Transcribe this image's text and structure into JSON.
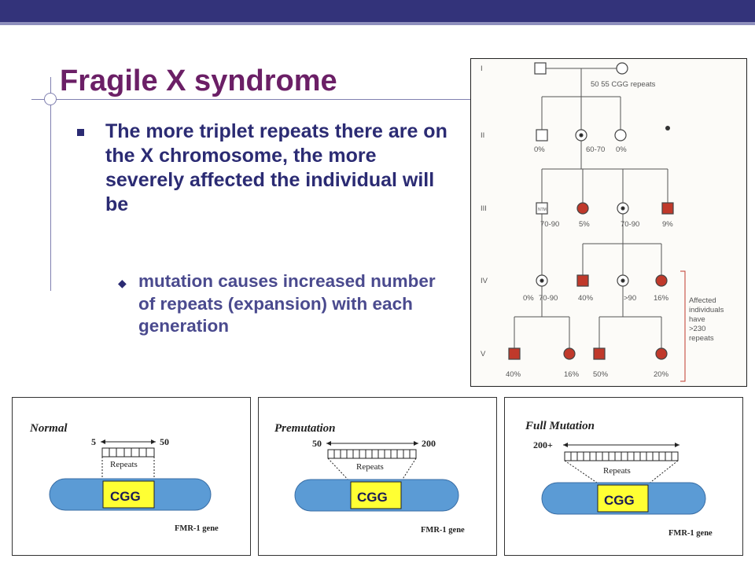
{
  "slide": {
    "title": "Fragile X syndrome",
    "bullet_main": "The more triplet repeats there are on the X chromosome, the more severely affected the individual will be",
    "bullet_sub": "mutation causes increased number of repeats (expansion) with each generation",
    "colors": {
      "banner": "#33337a",
      "title": "#6b1f66",
      "text": "#2b2b73",
      "subtext": "#4a4a8e",
      "affected": "#c0392b"
    }
  },
  "pedigree": {
    "generations": [
      "I",
      "II",
      "III",
      "IV",
      "V"
    ],
    "gen1_label": "50 55 CGG repeats",
    "gen2_labels": [
      "0%",
      "60-70",
      "0%"
    ],
    "gen3_labels": [
      "70-90",
      "5%",
      "70-90",
      "9%"
    ],
    "gen3_box_text": "NTM",
    "gen4_labels": [
      "0%",
      "70-90",
      "40%",
      ">90",
      "16%"
    ],
    "gen5_labels": [
      "40%",
      "16%",
      "50%",
      "20%"
    ],
    "note_lines": [
      "Affected",
      "individuals",
      "have",
      ">230",
      "repeats"
    ]
  },
  "panels": [
    {
      "title": "Normal",
      "range_start": "5",
      "range_end": "50",
      "repeats_label": "Repeats",
      "cgg_label": "CGG",
      "gene_label": "FMR-1 gene"
    },
    {
      "title": "Premutation",
      "range_start": "50",
      "range_end": "200",
      "repeats_label": "Repeats",
      "cgg_label": "CGG",
      "gene_label": "FMR-1 gene"
    },
    {
      "title": "Full Mutation",
      "range_start": "200+",
      "range_end": "",
      "repeats_label": "Repeats",
      "cgg_label": "CGG",
      "gene_label": "FMR-1 gene"
    }
  ]
}
